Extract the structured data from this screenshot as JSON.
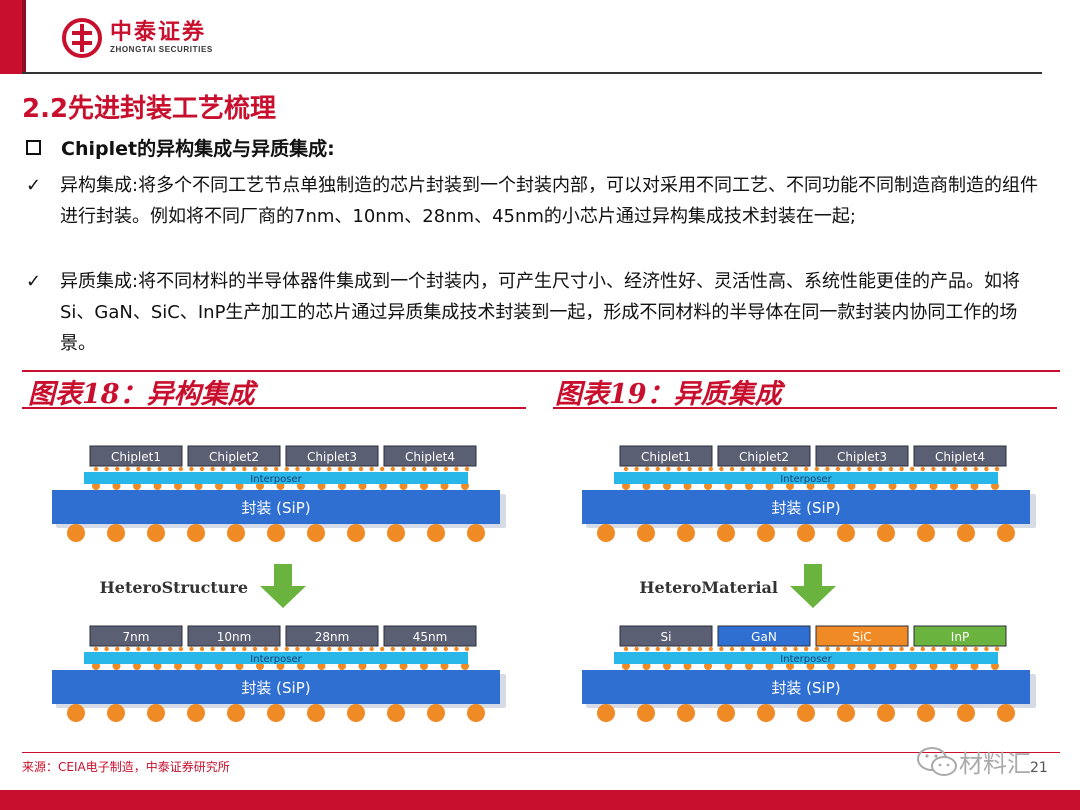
{
  "header": {
    "logo_cn": "中泰证券",
    "logo_en": "ZHONGTAI SECURITIES"
  },
  "section_title": "2.2先进封装工艺梳理",
  "subtitle": "Chiplet的异构集成与异质集成:",
  "bullets": [
    {
      "check": "✓",
      "text": "异构集成:将多个不同工艺节点单独制造的芯片封装到一个封装内部，可以对采用不同工艺、不同功能不同制造商制造的组件进行封装。例如将不同厂商的7nm、10nm、28nm、45nm的小芯片通过异构集成技术封装在一起;"
    },
    {
      "check": "✓",
      "text": "异质集成:将不同材料的半导体器件集成到一个封装内，可产生尺寸小、经济性好、灵活性高、系统性能更佳的产品。如将Si、GaN、SiC、InP生产加工的芯片通过异质集成技术封装到一起，形成不同材料的半导体在同一款封装内协同工作的场景。"
    }
  ],
  "figures": {
    "fig18_title": "图表18：异构集成",
    "fig19_title": "图表19：异质集成"
  },
  "diagram_left": {
    "top_chips": [
      "Chiplet1",
      "Chiplet2",
      "Chiplet3",
      "Chiplet4"
    ],
    "interposer": "Interposer",
    "package": "封装 (SiP)",
    "arrow_label": "HeteroStructure",
    "bottom_chips": [
      "7nm",
      "10nm",
      "28nm",
      "45nm"
    ]
  },
  "diagram_right": {
    "top_chips": [
      "Chiplet1",
      "Chiplet2",
      "Chiplet3",
      "Chiplet4"
    ],
    "interposer": "Interposer",
    "package": "封装 (SiP)",
    "arrow_label": "HeteroMaterial",
    "bottom_chips": [
      "Si",
      "GaN",
      "SiC",
      "InP"
    ]
  },
  "colors": {
    "brand_red": "#c8102e",
    "chip_gray": "#5b5f73",
    "interposer_cyan": "#29b6e8",
    "package_blue": "#2f6fd1",
    "bump_orange": "#f08a24",
    "arrow_green": "#6ab33e",
    "gan_blue": "#2f6fd1",
    "sic_orange": "#f08a24",
    "inp_green": "#6ab33e"
  },
  "footer": {
    "source": "来源：CEIA电子制造，中泰证券研究所",
    "watermark": "材料汇",
    "page_number": "21"
  }
}
